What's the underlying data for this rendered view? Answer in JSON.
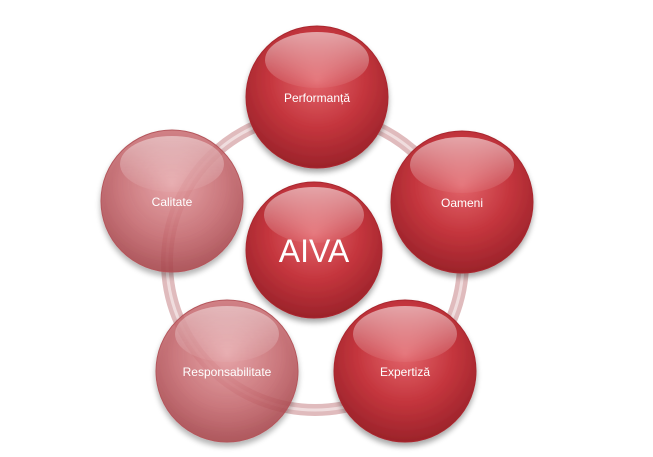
{
  "diagram": {
    "center": {
      "label": "AIVA"
    },
    "nodes": [
      {
        "label": "Performanță"
      },
      {
        "label": "Oameni"
      },
      {
        "label": "Expertiză"
      },
      {
        "label": "Responsabilitate"
      },
      {
        "label": "Calitate"
      }
    ]
  },
  "colors": {
    "node_fill": "#c4353d",
    "node_light": "#e8757b",
    "node_dark": "#8e1e25",
    "faded_fill": "#c46a70",
    "ring": "#d9a9ab"
  }
}
